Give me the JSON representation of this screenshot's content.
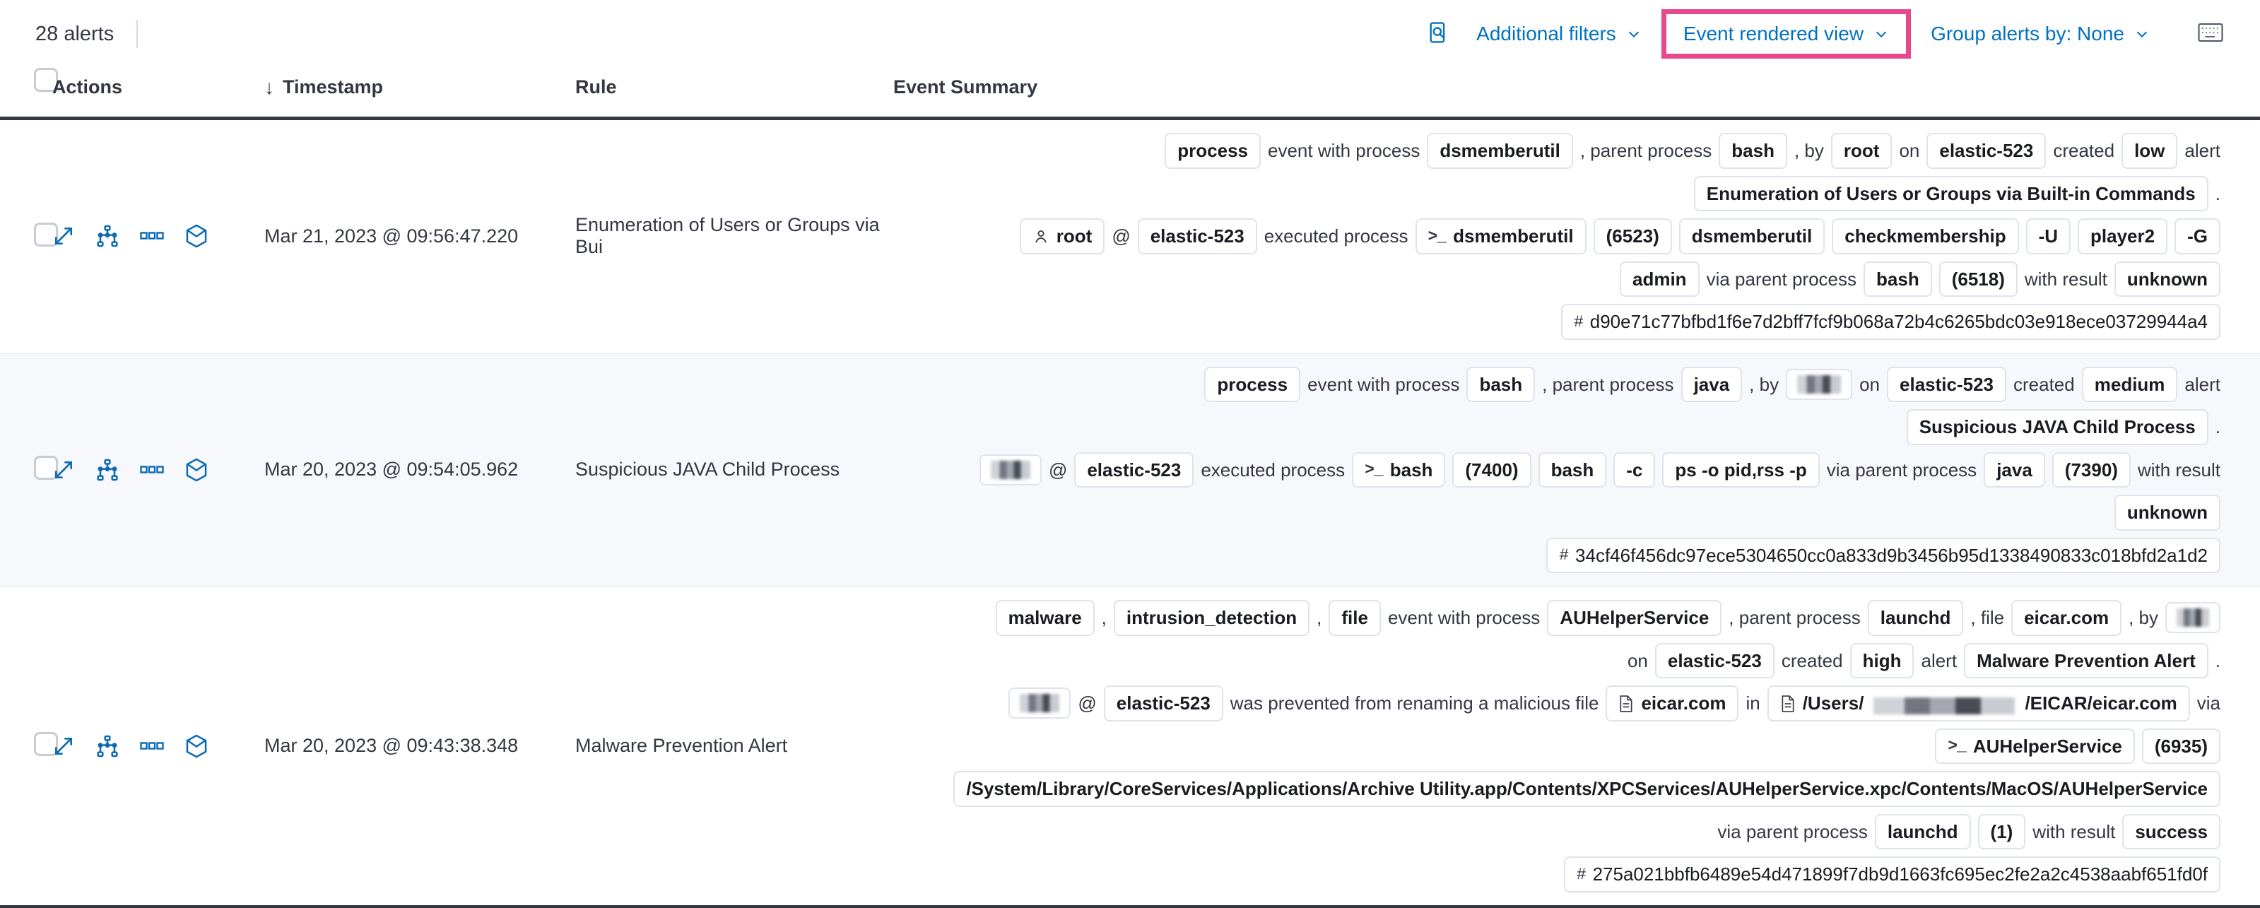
{
  "toolbar": {
    "alerts_count_label": "28 alerts",
    "inspect_icon": "inspect-search-icon",
    "additional_filters_label": "Additional filters",
    "event_rendered_view_label": "Event rendered view",
    "group_alerts_by_label": "Group alerts by: None",
    "keyboard_icon": "keyboard-shortcuts-icon",
    "highlight_color": "#e7498e",
    "link_color": "#0071c2"
  },
  "table": {
    "headers": {
      "select_all": "select-all-checkbox",
      "actions": "Actions",
      "timestamp": "Timestamp",
      "timestamp_sort": "↓",
      "rule": "Rule",
      "event_summary": "Event Summary"
    },
    "row_actions": [
      "expand-icon",
      "analyze-in-timeline-icon",
      "more-actions-icon",
      "session-view-icon"
    ],
    "rows": [
      {
        "timestamp": "Mar 21, 2023 @ 09:56:47.220",
        "rule": "Enumeration of Users or Groups via Bui",
        "severity": "low",
        "summary_lines": [
          [
            {
              "t": "chip",
              "v": "process"
            },
            {
              "t": "txt",
              "v": "event with process"
            },
            {
              "t": "chip",
              "v": "dsmemberutil"
            },
            {
              "t": "txt",
              "v": ", parent process"
            },
            {
              "t": "chip",
              "v": "bash"
            },
            {
              "t": "txt",
              "v": ", by"
            },
            {
              "t": "chip",
              "v": "root"
            },
            {
              "t": "txt",
              "v": "on"
            },
            {
              "t": "chip",
              "v": "elastic-523"
            },
            {
              "t": "txt",
              "v": "created"
            },
            {
              "t": "chip",
              "v": "low"
            },
            {
              "t": "txt",
              "v": "alert"
            }
          ],
          [
            {
              "t": "chip",
              "v": "Enumeration of Users or Groups via Built-in Commands"
            },
            {
              "t": "txt",
              "v": "."
            }
          ],
          [
            {
              "t": "chip",
              "v": "root",
              "icon": "user-icon"
            },
            {
              "t": "txt",
              "v": "@"
            },
            {
              "t": "chip",
              "v": "elastic-523"
            },
            {
              "t": "txt",
              "v": "executed process"
            },
            {
              "t": "chip",
              "v": "dsmemberutil",
              "icon": "console-icon"
            },
            {
              "t": "chip",
              "v": "(6523)"
            },
            {
              "t": "chip",
              "v": "dsmemberutil"
            },
            {
              "t": "chip",
              "v": "checkmembership"
            },
            {
              "t": "chip",
              "v": "-U"
            },
            {
              "t": "chip",
              "v": "player2"
            },
            {
              "t": "chip",
              "v": "-G"
            }
          ],
          [
            {
              "t": "chip",
              "v": "admin"
            },
            {
              "t": "txt",
              "v": "via parent process"
            },
            {
              "t": "chip",
              "v": "bash"
            },
            {
              "t": "chip",
              "v": "(6518)"
            },
            {
              "t": "txt",
              "v": "with result"
            },
            {
              "t": "chip",
              "v": "unknown"
            }
          ],
          [
            {
              "t": "chip-hash",
              "v": "d90e71c77bfbd1f6e7d2bff7fcf9b068a72b4c6265bdc03e918ece03729944a4",
              "icon": "hash-icon"
            }
          ]
        ]
      },
      {
        "timestamp": "Mar 20, 2023 @ 09:54:05.962",
        "rule": "Suspicious JAVA Child Process",
        "severity": "medium",
        "summary_lines": [
          [
            {
              "t": "chip",
              "v": "process"
            },
            {
              "t": "txt",
              "v": "event with process"
            },
            {
              "t": "chip",
              "v": "bash"
            },
            {
              "t": "txt",
              "v": ", parent process"
            },
            {
              "t": "chip",
              "v": "java"
            },
            {
              "t": "txt",
              "v": ", by"
            },
            {
              "t": "chip-redacted",
              "v": "",
              "w": "r2"
            },
            {
              "t": "txt",
              "v": "on"
            },
            {
              "t": "chip",
              "v": "elastic-523"
            },
            {
              "t": "txt",
              "v": "created"
            },
            {
              "t": "chip",
              "v": "medium"
            },
            {
              "t": "txt",
              "v": "alert"
            }
          ],
          [
            {
              "t": "chip",
              "v": "Suspicious JAVA Child Process"
            },
            {
              "t": "txt",
              "v": "."
            }
          ],
          [
            {
              "t": "chip-redacted",
              "v": "",
              "w": "r3"
            },
            {
              "t": "txt",
              "v": "@"
            },
            {
              "t": "chip",
              "v": "elastic-523"
            },
            {
              "t": "txt",
              "v": "executed process"
            },
            {
              "t": "chip",
              "v": "bash",
              "icon": "console-icon"
            },
            {
              "t": "chip",
              "v": "(7400)"
            },
            {
              "t": "chip",
              "v": "bash"
            },
            {
              "t": "chip",
              "v": "-c"
            },
            {
              "t": "chip",
              "v": "ps -o pid,rss -p"
            },
            {
              "t": "txt",
              "v": "via parent process"
            },
            {
              "t": "chip",
              "v": "java"
            },
            {
              "t": "chip",
              "v": "(7390)"
            },
            {
              "t": "txt",
              "v": "with result"
            }
          ],
          [
            {
              "t": "chip",
              "v": "unknown"
            }
          ],
          [
            {
              "t": "chip-hash",
              "v": "34cf46f456dc97ece5304650cc0a833d9b3456b95d1338490833c018bfd2a1d2",
              "icon": "hash-icon"
            }
          ]
        ]
      },
      {
        "timestamp": "Mar 20, 2023 @ 09:43:38.348",
        "rule": "Malware Prevention Alert",
        "severity": "high",
        "summary_lines": [
          [
            {
              "t": "chip",
              "v": "malware"
            },
            {
              "t": "txt",
              "v": ","
            },
            {
              "t": "chip",
              "v": "intrusion_detection"
            },
            {
              "t": "txt",
              "v": ","
            },
            {
              "t": "chip",
              "v": "file"
            },
            {
              "t": "txt",
              "v": "event with process"
            },
            {
              "t": "chip",
              "v": "AUHelperService"
            },
            {
              "t": "txt",
              "v": ", parent process"
            },
            {
              "t": "chip",
              "v": "launchd"
            },
            {
              "t": "txt",
              "v": ", file"
            },
            {
              "t": "chip",
              "v": "eicar.com"
            },
            {
              "t": "txt",
              "v": ", by"
            },
            {
              "t": "chip-redacted",
              "v": "",
              "w": "r4"
            }
          ],
          [
            {
              "t": "txt",
              "v": "on"
            },
            {
              "t": "chip",
              "v": "elastic-523"
            },
            {
              "t": "txt",
              "v": "created"
            },
            {
              "t": "chip",
              "v": "high"
            },
            {
              "t": "txt",
              "v": "alert"
            },
            {
              "t": "chip",
              "v": "Malware Prevention Alert"
            },
            {
              "t": "txt",
              "v": "."
            }
          ],
          [
            {
              "t": "chip-redacted",
              "v": "",
              "w": "r3"
            },
            {
              "t": "txt",
              "v": "@"
            },
            {
              "t": "chip",
              "v": "elastic-523"
            },
            {
              "t": "txt",
              "v": "was prevented from renaming a malicious file"
            },
            {
              "t": "chip",
              "v": "eicar.com",
              "icon": "file-icon"
            },
            {
              "t": "txt",
              "v": "in"
            },
            {
              "t": "chip-path",
              "v": "/Users/",
              "v2": "/EICAR/eicar.com",
              "icon": "file-icon"
            },
            {
              "t": "txt",
              "v": "via"
            }
          ],
          [
            {
              "t": "chip",
              "v": "AUHelperService",
              "icon": "console-icon"
            },
            {
              "t": "chip",
              "v": "(6935)"
            }
          ],
          [
            {
              "t": "chip",
              "v": "/System/Library/CoreServices/Applications/Archive Utility.app/Contents/XPCServices/AUHelperService.xpc/Contents/MacOS/AUHelperService"
            }
          ],
          [
            {
              "t": "txt",
              "v": "via parent process"
            },
            {
              "t": "chip",
              "v": "launchd"
            },
            {
              "t": "chip",
              "v": "(1)"
            },
            {
              "t": "txt",
              "v": "with result"
            },
            {
              "t": "chip",
              "v": "success"
            }
          ],
          [
            {
              "t": "chip-hash",
              "v": "275a021bbfb6489e54d471899f7db9d1663fc695ec2fe2a2c4538aabf651fd0f",
              "icon": "hash-icon"
            }
          ]
        ]
      }
    ]
  }
}
